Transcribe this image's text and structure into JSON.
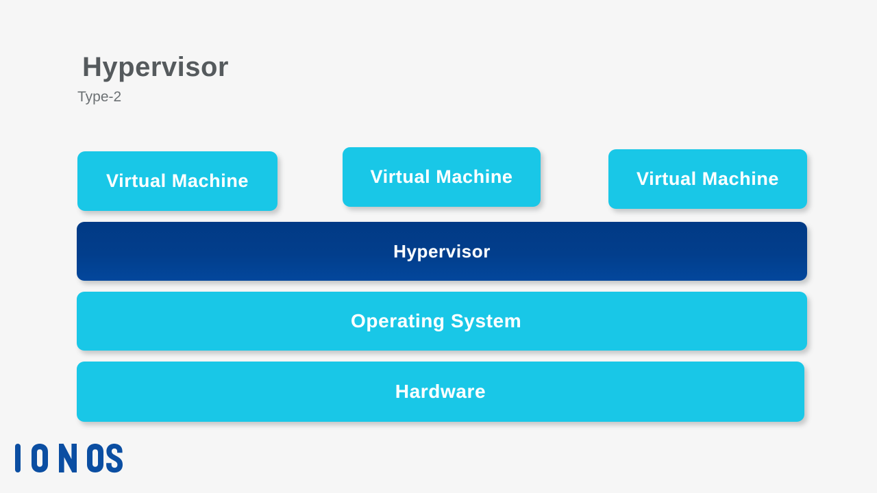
{
  "slide": {
    "background_color": "#f6f6f6",
    "title": "Hypervisor",
    "subtitle": "Type-2"
  },
  "palette": {
    "cyan": "#19c7e7",
    "dark_blue": "#023e8c",
    "title_gray": "#555a5d",
    "subtitle_gray": "#6b7073",
    "label_white": "#ffffff"
  },
  "diagram": {
    "virtual_machines": [
      {
        "label": "Virtual Machine"
      },
      {
        "label": "Virtual Machine"
      },
      {
        "label": "Virtual Machine"
      }
    ],
    "layers": [
      {
        "label": "Hypervisor",
        "color": "#023e8c"
      },
      {
        "label": "Operating System",
        "color": "#19c7e7"
      },
      {
        "label": "Hardware",
        "color": "#19c7e7"
      }
    ]
  },
  "branding": {
    "logo_text": "IONOS",
    "logo_color": "#0b4ea2"
  }
}
